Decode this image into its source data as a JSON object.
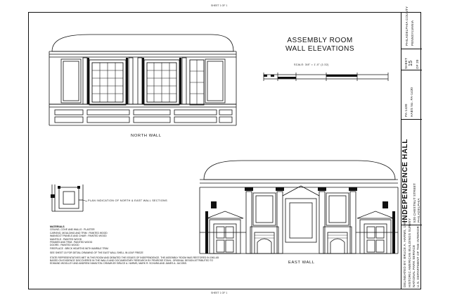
{
  "sheet": {
    "top_marker": "SHEET 1 OF 1",
    "bottom_marker": "SHEET 1 OF 1"
  },
  "title": {
    "line1": "ASSEMBLY ROOM",
    "line2": "WALL ELEVATIONS",
    "scale": "SCALE: 3/8\" = 1'-0\" (1:32)"
  },
  "captions": {
    "north_wall": "NORTH WALL",
    "east_wall": "EAST WALL",
    "plan_indication": "PLAN INDICATION OF NORTH & EAST WALL SECTIONS"
  },
  "notes": {
    "heading": "MATERIALS",
    "lines": [
      "CEILING, COVE AND WALLS : PLASTER",
      "CARVING, MOULDING AND TRIM : PAINTED WOOD",
      "WAINSCOT PANELS AND CHAIR : PAINTED WOOD",
      "MANTELS : PAINTED WOOD",
      "FRAMES AND TRIM : PAINTED WOOD",
      "DOORS : PAINTED WOOD",
      "FIREPLACE : BRICK HEARTHS WITH MARBLE TRIM"
    ],
    "see_sheet": "SEE SHEET 15 FOR DETAIL DRAWING OF THE EAST WALL SHELL IN LEAF FRIEZE",
    "paragraph": "STATE REPRESENTATIVES MET IN THIS ROOM AND DEBATED THE ISSUES OF INDEPENDENCE. THE ASSEMBLY ROOM WAS RESTORED IN 1961-65 BASED ON EVIDENCE DISCOVERED IN THE WALLS AND DOCUMENTARY RESEARCH BY PENROSE STAHL. ORIGINAL DESIGN ATTRIBUTED TO EDMUND WOOLLEY AND ANDREW HAMILTON. DRAWN BY BRUCE A. HARMS, MARK R. SCHARA AND JAMES A. JACOBS."
  },
  "title_block": {
    "building_name": "INDEPENDENCE HALL",
    "location": "520 CHESTNUT STREET",
    "city": "PHILADELPHIA",
    "county": "PHILADELPHIA COUNTY",
    "state": "PENNSYLVANIA",
    "survey": "HISTORIC AMERICAN BUILDINGS SURVEY",
    "agency": "NATIONAL PARK SERVICE",
    "dept": "U.S. DEPARTMENT OF THE INTERIOR",
    "delineated": "DELINEATED BY: BRUCE A. HARMS, 1997",
    "sheet_label": "SHEET",
    "sheet_no": "15",
    "of": "OF 20",
    "survey_no": "PA-1430",
    "index_no": "HABS No. PA-1430"
  }
}
